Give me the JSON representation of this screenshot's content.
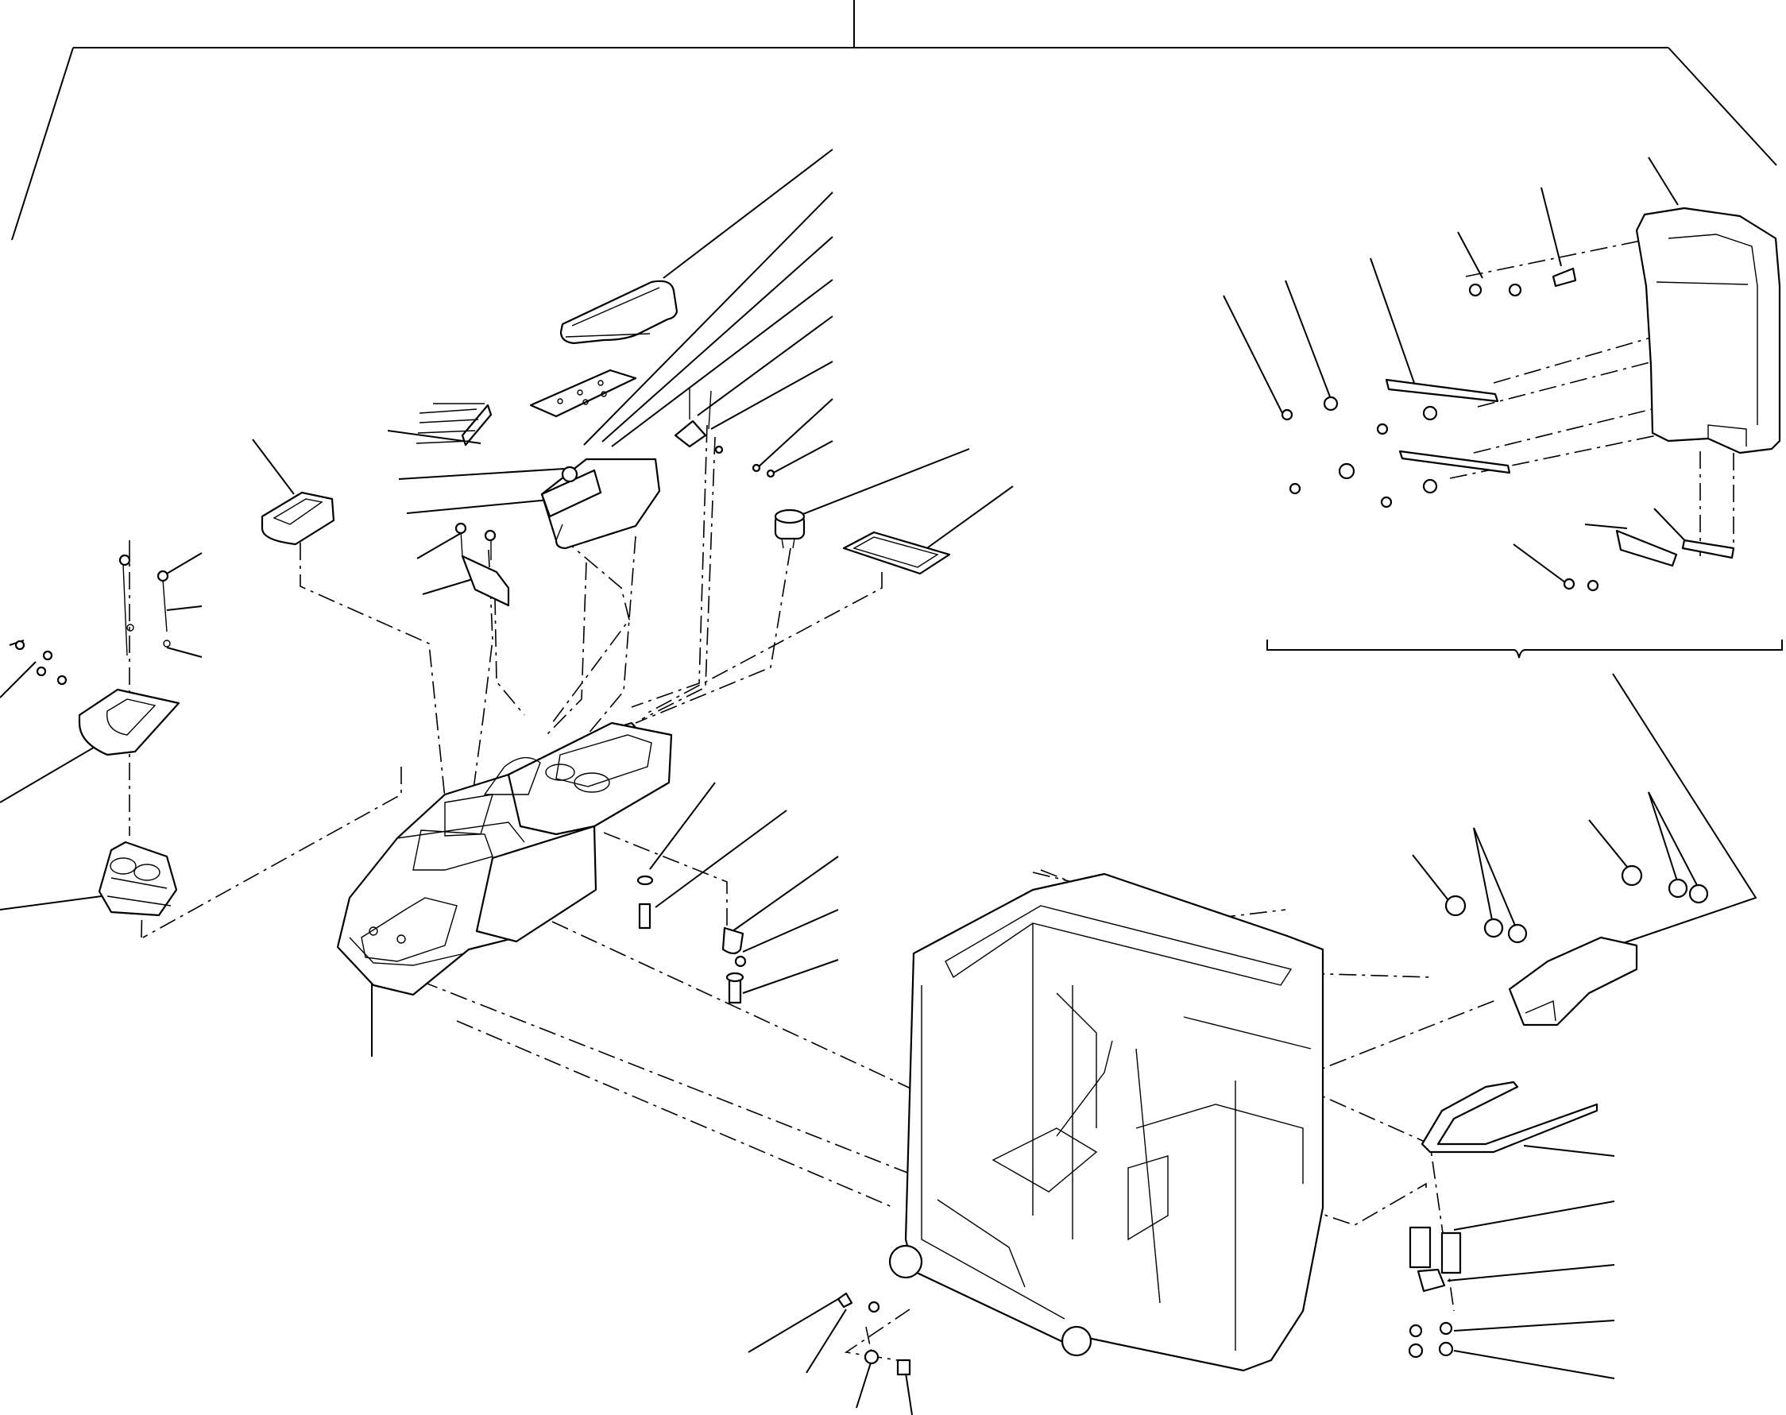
{
  "diagram": {
    "type": "exploded-parts-diagram",
    "colors": {
      "line": "#000000",
      "background": "#ffffff"
    },
    "assemblies": [
      {
        "id": "console",
        "description_visible": false
      },
      {
        "id": "cab-frame",
        "description_visible": false
      },
      {
        "id": "rear-fender-kit",
        "description_visible": false
      },
      {
        "id": "joystick-boot",
        "description_visible": false
      }
    ],
    "leader_count": 48
  }
}
